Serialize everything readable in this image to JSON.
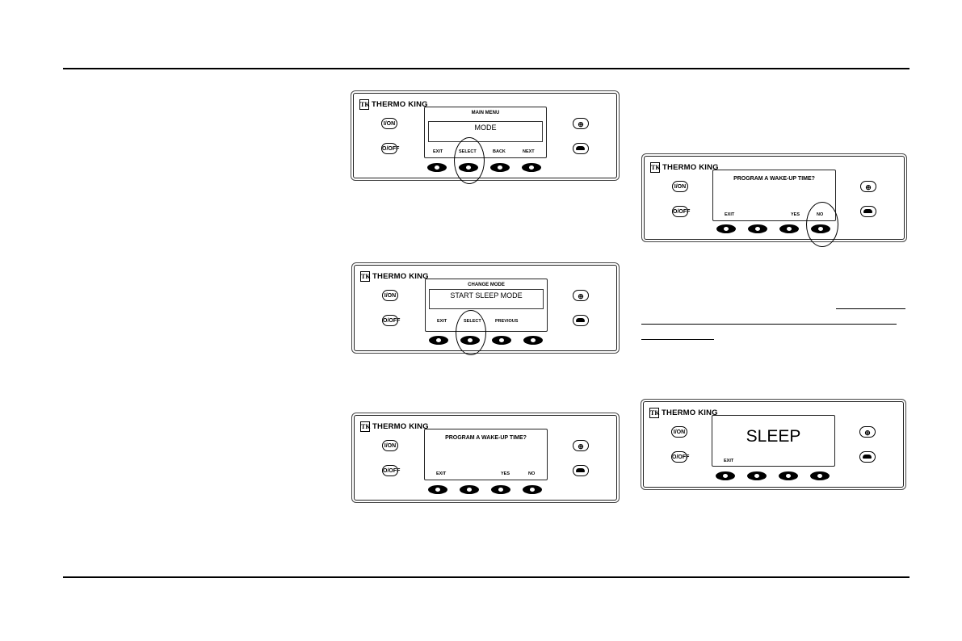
{
  "brand": {
    "name": "THERMO KING",
    "logo": "TK"
  },
  "buttons": {
    "on": "I/ON",
    "off": "O/OFF"
  },
  "panels": {
    "p1": {
      "title": "MAIN MENU",
      "field": "MODE",
      "labels": [
        "EXIT",
        "SELECT",
        "BACK",
        "NEXT"
      ]
    },
    "p2": {
      "title": "CHANGE MODE",
      "field": "START SLEEP MODE",
      "labels": [
        "EXIT",
        "SELECT",
        "PREVIOUS"
      ]
    },
    "p3": {
      "question": "PROGRAM A WAKE-UP TIME?",
      "labels": [
        "EXIT",
        "YES",
        "NO"
      ]
    },
    "p4": {
      "question": "PROGRAM A WAKE-UP TIME?",
      "labels": [
        "EXIT",
        "YES",
        "NO"
      ]
    },
    "p5": {
      "display": "SLEEP",
      "labels": [
        "EXIT"
      ]
    }
  },
  "icons": [
    "thermoking-logo-icon",
    "defrost-icon",
    "turtle-icon",
    "soft-key-icon"
  ]
}
